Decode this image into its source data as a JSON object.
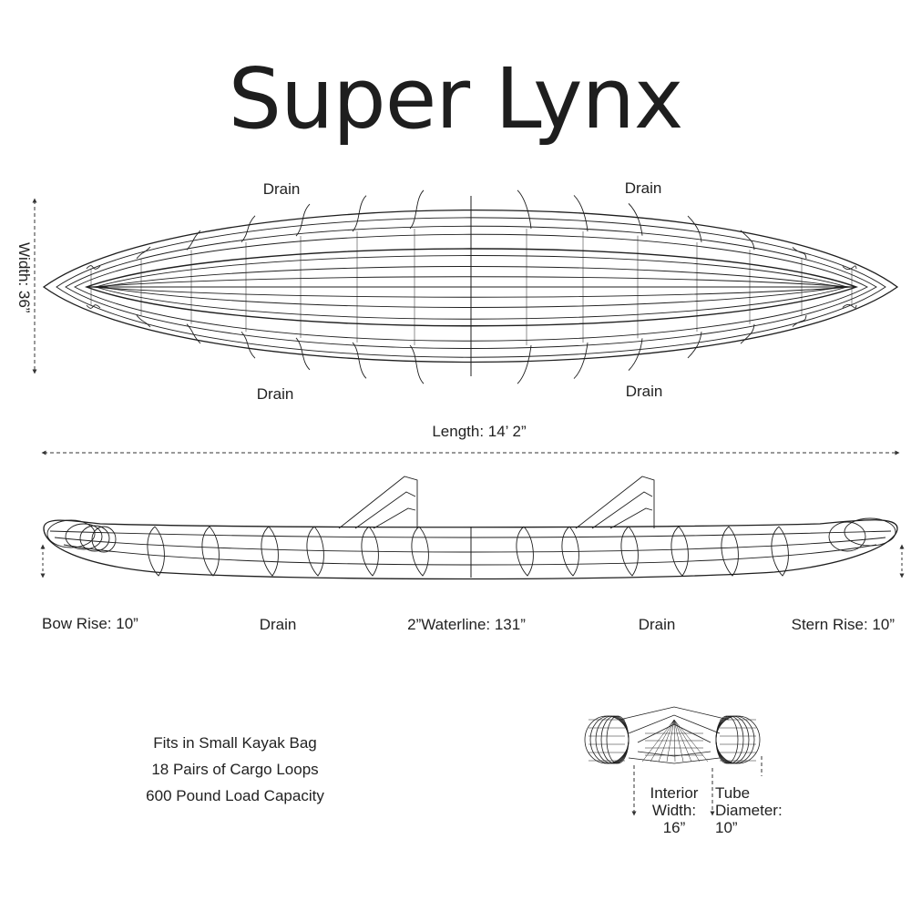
{
  "title": "Super Lynx",
  "top_view": {
    "drain_top_left": "Drain",
    "drain_top_right": "Drain",
    "drain_bottom_left": "Drain",
    "drain_bottom_right": "Drain",
    "width_label": "Width: 36”"
  },
  "length_label": "Length: 14’ 2”",
  "side_view": {
    "bow_rise": "Bow Rise: 10”",
    "drain_left": "Drain",
    "waterline": "2”Waterline: 131”",
    "drain_right": "Drain",
    "stern_rise": "Stern Rise: 10”"
  },
  "features": [
    "Fits in Small Kayak Bag",
    "18 Pairs of Cargo Loops",
    "600 Pound Load Capacity"
  ],
  "cross_section": {
    "interior_width": [
      "Interior",
      "Width:",
      "16”"
    ],
    "tube_diameter": [
      "Tube",
      "Diameter:",
      "10”"
    ]
  },
  "colors": {
    "line": "#1e1e1e",
    "background": "#ffffff"
  }
}
